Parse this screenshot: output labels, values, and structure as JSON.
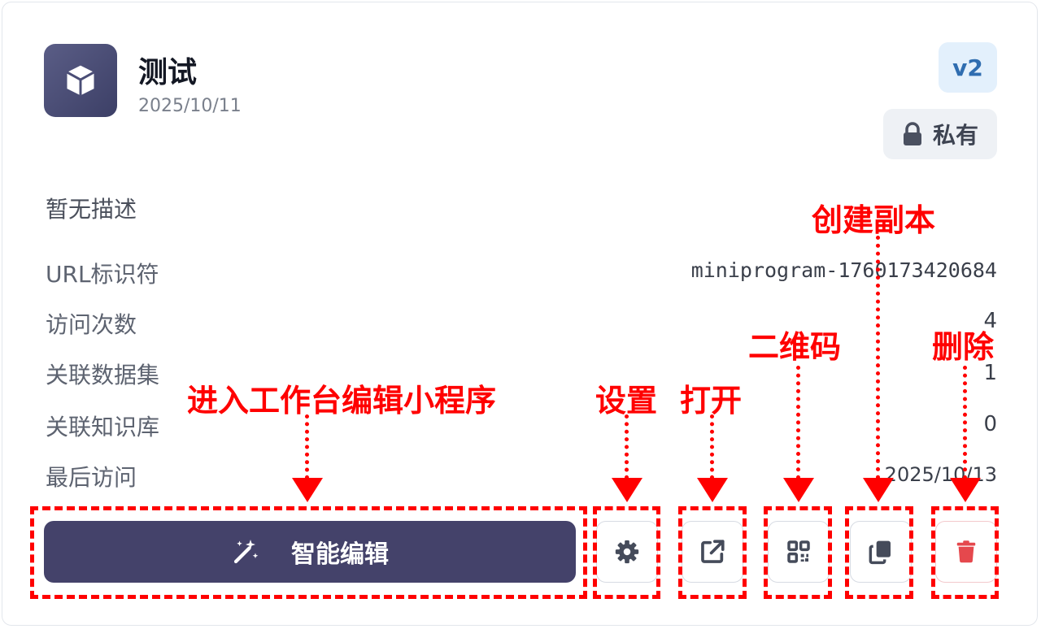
{
  "card": {
    "title": "测试",
    "date": "2025/10/11",
    "version_badge": "v2",
    "privacy_label": "私有",
    "description": "暂无描述",
    "icon": "cube-icon"
  },
  "details": [
    {
      "label": "URL标识符",
      "value": "miniprogram-1760173420684"
    },
    {
      "label": "访问次数",
      "value": "4"
    },
    {
      "label": "关联数据集",
      "value": "1"
    },
    {
      "label": "关联知识库",
      "value": "0"
    },
    {
      "label": "最后访问",
      "value": "2025/10/13"
    }
  ],
  "actions": {
    "smart_edit_label": "智能编辑",
    "smart_edit_icon": "magic-wand-icon",
    "settings_icon": "gear-icon",
    "open_icon": "external-link-icon",
    "qrcode_icon": "qrcode-icon",
    "copy_icon": "copy-icon",
    "delete_icon": "trash-icon"
  },
  "annotations": {
    "smart_edit": "进入工作台编辑小程序",
    "settings": "设置",
    "open": "打开",
    "qrcode": "二维码",
    "copy": "创建副本",
    "delete": "删除"
  },
  "colors": {
    "primary": "#44426a",
    "annotation": "#ff0000",
    "version_bg": "#e3f0fc",
    "danger": "#e5484d"
  }
}
